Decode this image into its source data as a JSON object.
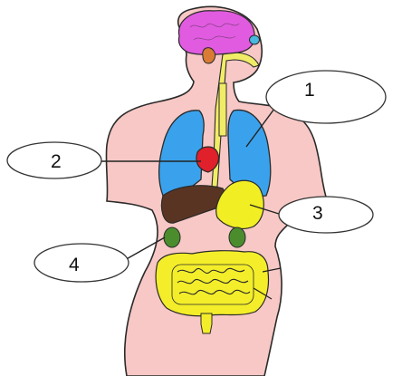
{
  "callouts": [
    {
      "id": "1",
      "text": "1"
    },
    {
      "id": "2",
      "text": "2"
    },
    {
      "id": "3",
      "text": "3"
    },
    {
      "id": "4",
      "text": "4"
    }
  ],
  "colors": {
    "skin": "#f7c8c5",
    "skin_outline": "#2a2a2a",
    "brain": "#e15be0",
    "lungs": "#3aa2ec",
    "heart": "#e0202a",
    "liver": "#5a3422",
    "stomach": "#f1ee23",
    "kidneys": "#4b8d2d",
    "intestine": "#f4ee2a",
    "esophagus": "#f1ec67",
    "eye": "#48b8dd",
    "ear": "#d97b35"
  }
}
